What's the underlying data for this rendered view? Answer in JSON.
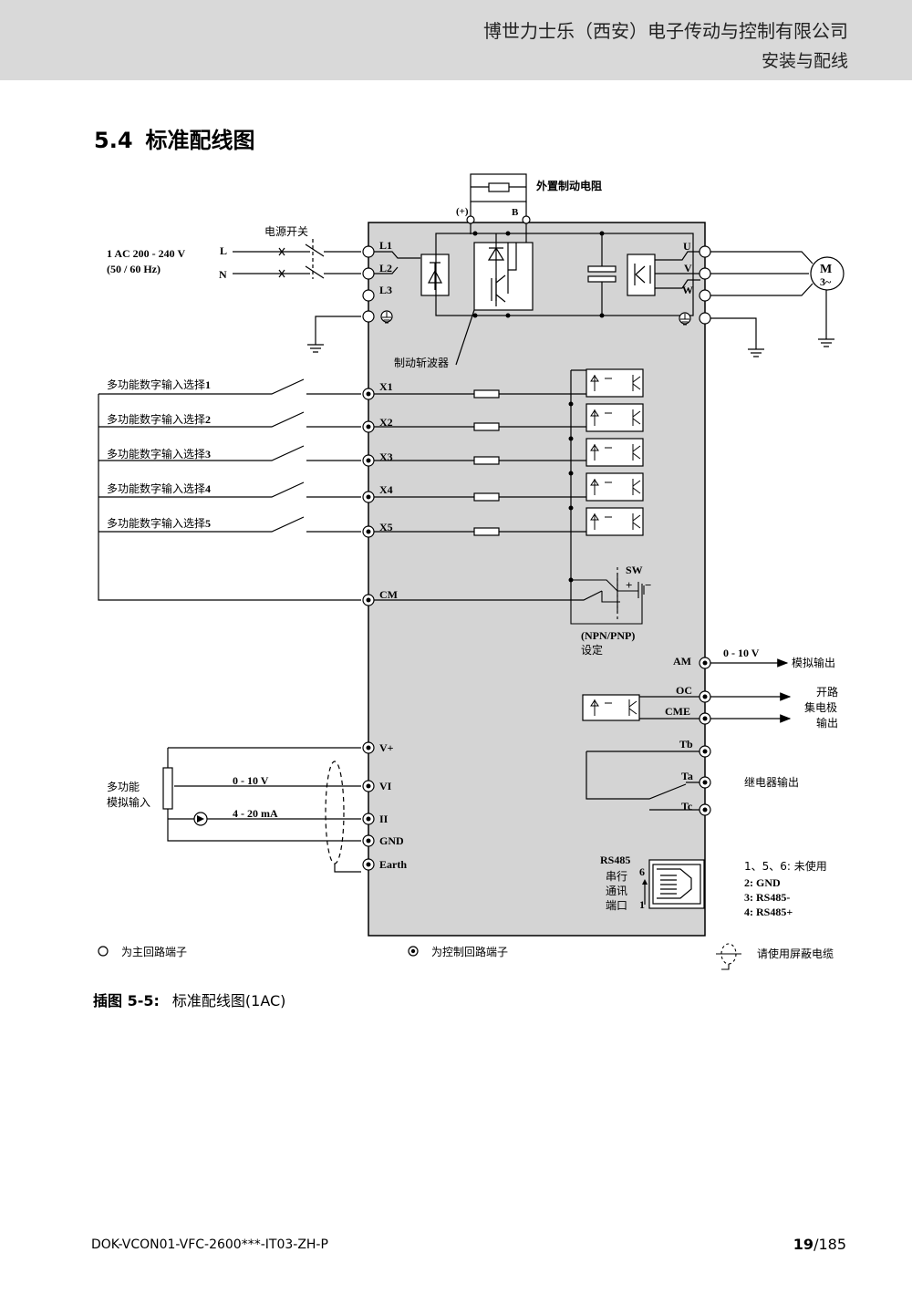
{
  "header": {
    "company": "博世力士乐（西安）电子传动与控制有限公司",
    "section": "安装与配线"
  },
  "section": {
    "number": "5.4",
    "title": "标准配线图"
  },
  "diagram": {
    "ext_resistor": "外置制动电阻",
    "plus": "(+)",
    "b": "B",
    "power_switch": "电源开关",
    "supply1": "1 AC 200 - 240 V",
    "supply2": "(50 / 60 Hz)",
    "l": "L",
    "n": "N",
    "l1": "L1",
    "l2": "L2",
    "l3": "L3",
    "u": "U",
    "v": "V",
    "w": "W",
    "motor1": "M",
    "motor2": "3~",
    "chopper": "制动斩波器",
    "di_label": "多功能数字输入选择",
    "di_nums": [
      "1",
      "2",
      "3",
      "4",
      "5"
    ],
    "x_terms": [
      "X1",
      "X2",
      "X3",
      "X4",
      "X5"
    ],
    "cm": "CM",
    "sw": "SW",
    "npn_pnp": "(NPN/PNP)",
    "setting": "设定",
    "am": "AM",
    "am_range": "0 - 10 V",
    "analog_out": "模拟输出",
    "oc": "OC",
    "cme": "CME",
    "oc_out1": "开路",
    "oc_out2": "集电极",
    "oc_out3": "输出",
    "tb": "Tb",
    "ta": "Ta",
    "tc": "Tc",
    "relay_out": "继电器输出",
    "vplus": "V+",
    "vi": "VI",
    "ii": "II",
    "gnd": "GND",
    "earth": "Earth",
    "ai_label1": "多功能",
    "ai_label2": "模拟输入",
    "v_range": "0 - 10 V",
    "ma_range": "4 - 20 mA",
    "rs485": "RS485",
    "serial1": "串行",
    "serial2": "通讯",
    "serial3": "端口",
    "pin6": "6",
    "pin1": "1",
    "pins1": "1、5、6: 未使用",
    "pins2": "2: GND",
    "pins3": "3: RS485-",
    "pins4": "4: RS485+",
    "legend_main": "为主回路端子",
    "legend_ctrl": "为控制回路端子",
    "legend_shield": "请使用屏蔽电缆"
  },
  "caption": {
    "label": "插图 5-5:",
    "text": "标准配线图(1AC)"
  },
  "footer": {
    "doc_id": "DOK-VCON01-VFC-2600***-IT03-ZH-P",
    "page_current": "19",
    "page_total": "/185"
  },
  "colors": {
    "header_bg": "#d9d9d9",
    "panel_bg": "#d4d4d4"
  }
}
